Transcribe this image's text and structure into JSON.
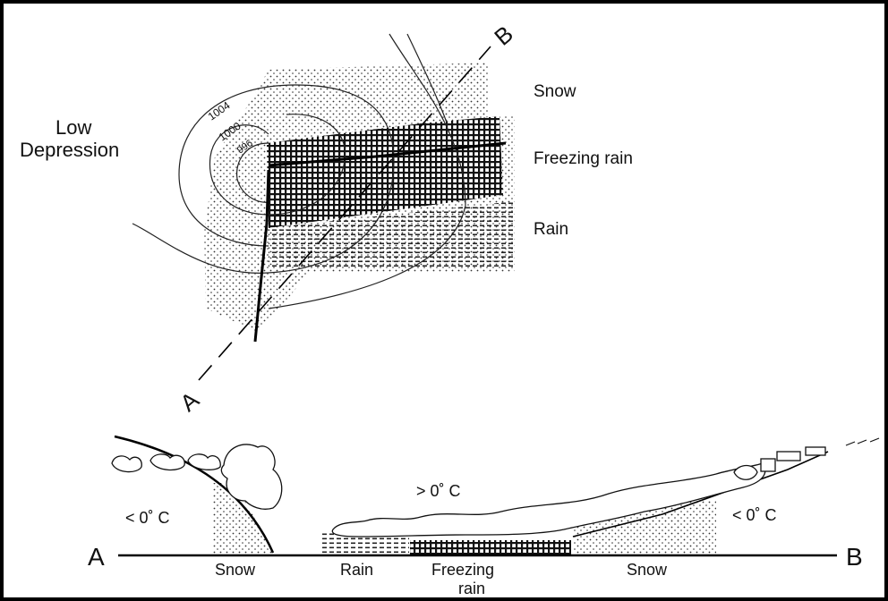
{
  "map": {
    "low_label_line1": "Low",
    "low_label_line2": "Depression",
    "isobars": [
      "1004",
      "1000",
      "996"
    ],
    "section_start": "A",
    "section_end": "B",
    "zones": [
      "Snow",
      "Freezing rain",
      "Rain"
    ]
  },
  "cross_section": {
    "point_a": "A",
    "point_b": "B",
    "temp_left": "< 0˚ C",
    "temp_middle": "> 0˚ C",
    "temp_right": "< 0˚ C",
    "ground_snow_left": "Snow",
    "ground_rain": "Rain",
    "ground_freezing_line1": "Freezing",
    "ground_freezing_line2": "rain",
    "ground_snow_right": "Snow"
  }
}
